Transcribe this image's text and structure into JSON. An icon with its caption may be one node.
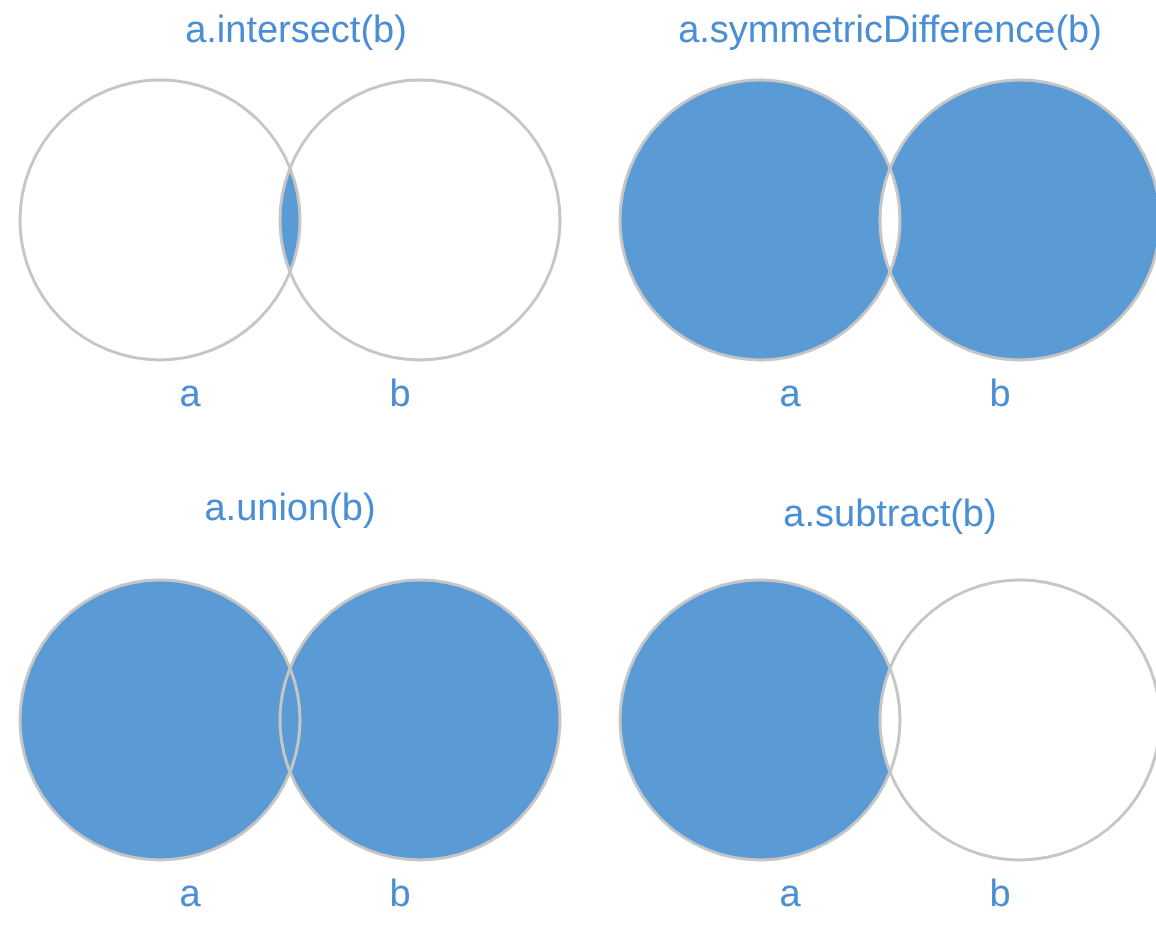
{
  "diagram": {
    "nodes": [
      {
        "text": [
          "a"
        ]
      },
      {
        "text": [
          "b"
        ]
      },
      {
        "text": [
          "a"
        ]
      },
      {
        "text": [
          "b"
        ]
      },
      {
        "text": [
          "a"
        ]
      },
      {
        "text": [
          "b"
        ]
      },
      {
        "text": [
          "a"
        ]
      },
      {
        "text": [
          "b"
        ]
      }
    ],
    "labels": [
      "a.intersect(b)",
      "a.symmetricDifference(b)",
      "a.union(b)",
      "a.subtract(b)"
    ]
  }
}
